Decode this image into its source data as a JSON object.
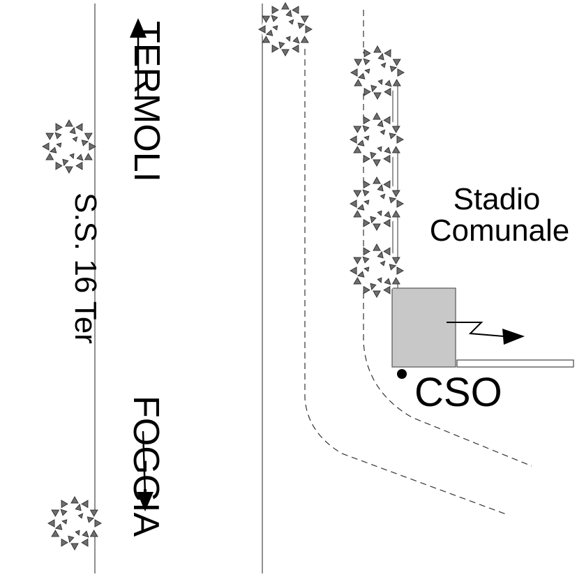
{
  "map": {
    "road_name": "S.S. 16 Ter",
    "direction_north": "TERMOLI",
    "direction_south": "FOGGIA",
    "stadium_line1": "Stadio",
    "stadium_line2": "Comunale",
    "cso_label": "CSO"
  },
  "colors": {
    "background": "#ffffff",
    "line": "#555555",
    "building_fill": "#c8c8c8",
    "tree_leaf": "#6e6e6e",
    "text": "#000000"
  },
  "icons": {
    "tree": "tree-icon",
    "arrow": "arrow-icon",
    "marker": "point-marker-icon"
  }
}
